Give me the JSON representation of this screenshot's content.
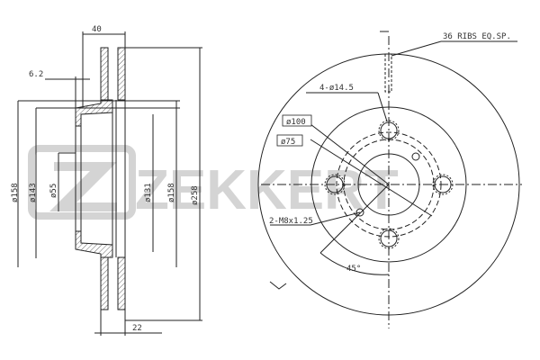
{
  "watermark": {
    "text": "ZEKKERT",
    "color": "#d4d4d4"
  },
  "section_view": {
    "dims": {
      "overall_width": "40",
      "hat_offset": "6.2",
      "disc_thickness": "22",
      "d_158_left": "ø158",
      "d_143": "ø143",
      "d_55": "ø55",
      "d_131": "ø131",
      "d_158_right": "ø158",
      "d_258": "ø258"
    }
  },
  "front_view": {
    "labels": {
      "ribs": "36 RIBS EQ.SP.",
      "holes": "4-ø14.5",
      "pcd": "ø100",
      "center_bore": "ø75",
      "threads": "2-M8x1.25",
      "angle": "45°"
    }
  },
  "colors": {
    "line": "#222222",
    "hatch": "#444444",
    "background": "#ffffff"
  }
}
